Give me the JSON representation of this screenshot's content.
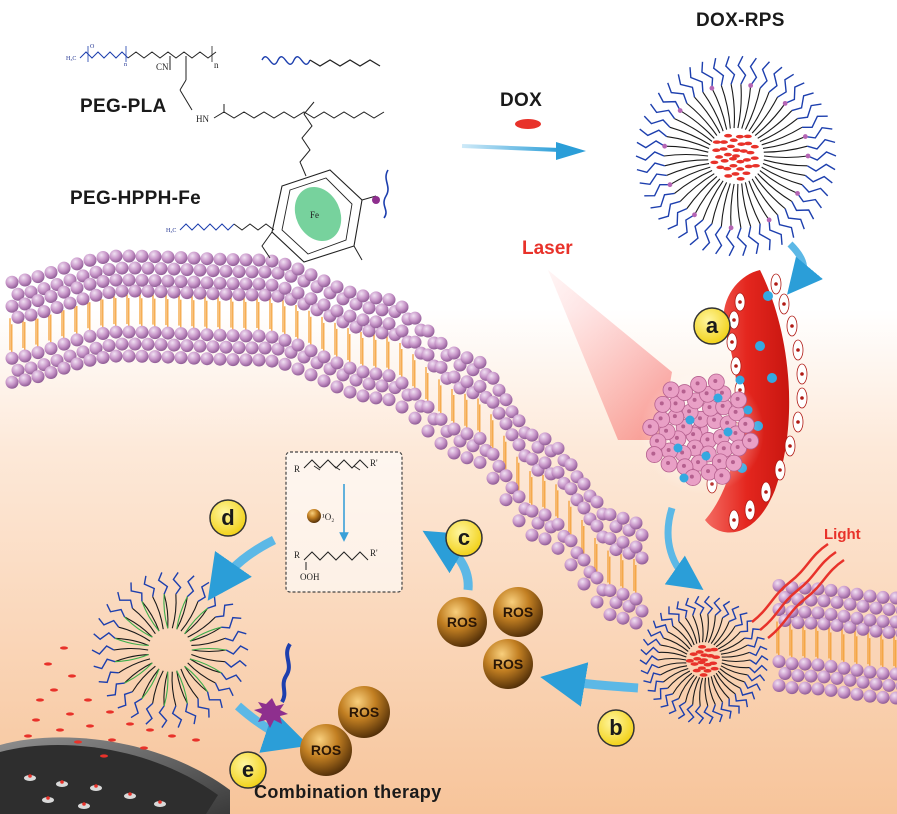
{
  "labels": {
    "peg_pla": "PEG-PLA",
    "peg_hpph_fe": "PEG-HPPH-Fe",
    "dox": "DOX",
    "dox_rps": "DOX-RPS",
    "laser": "Laser",
    "light": "Light",
    "combination_therapy": "Combination therapy",
    "ros": "ROS"
  },
  "steps": [
    "a",
    "b",
    "c",
    "d",
    "e"
  ],
  "reaction": {
    "reactant_left": "R",
    "reactant_right": "R'",
    "oxidant": "¹O₂",
    "product_left": "R",
    "product_right": "R'",
    "product_group": "OOH"
  },
  "chem": {
    "ch3": "H₃C",
    "cn": "CN",
    "nh": "HN",
    "n_subscript": "n",
    "fe": "Fe",
    "o": "O"
  },
  "colors": {
    "polymer_blue": "#1d3fae",
    "dox_red": "#e8322a",
    "membrane_pink": "#c98fc9",
    "membrane_tail": "#f39a2a",
    "arrow_blue": "#3aa9df",
    "ros_gold": "#b8741c",
    "step_yellow": "#f7e22d",
    "vessel_red": "#e4261e"
  }
}
